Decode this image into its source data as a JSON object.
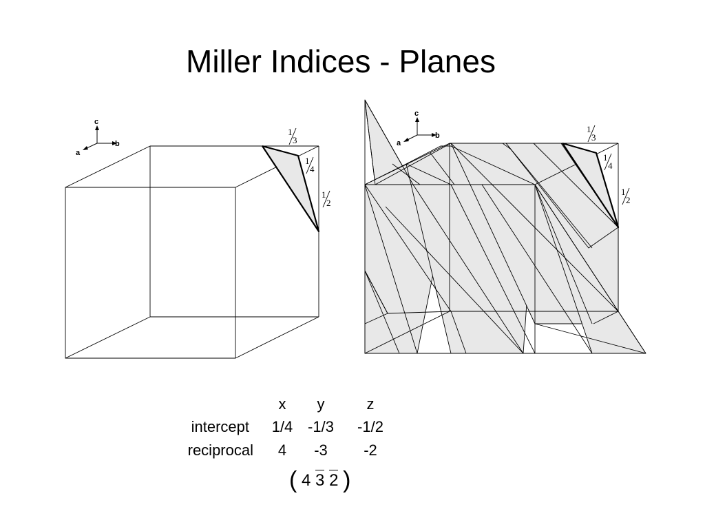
{
  "title": "Miller Indices - Planes",
  "axes": {
    "c": "c",
    "a": "a",
    "b": "b"
  },
  "intercept_labels": {
    "third": "1/3",
    "quarter": "1/4",
    "half": "1/2"
  },
  "fractions": {
    "third": {
      "num": "1",
      "den": "3"
    },
    "quarter": {
      "num": "1",
      "den": "4"
    },
    "half": {
      "num": "1",
      "den": "2"
    }
  },
  "table": {
    "headers": [
      "x",
      "y",
      "z"
    ],
    "rows": [
      {
        "label": "intercept",
        "values": [
          "1/4",
          "-1/3",
          "-1/2"
        ]
      },
      {
        "label": "reciprocal",
        "values": [
          "4",
          "-3",
          "-2"
        ]
      }
    ]
  },
  "miller_index": {
    "open": "(",
    "h": "4",
    "k": "3",
    "l": "2",
    "close": ")",
    "overbar": [
      "k",
      "l"
    ]
  }
}
